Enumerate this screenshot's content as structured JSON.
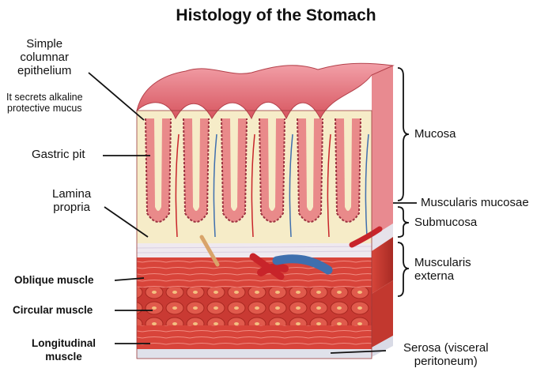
{
  "title": "Histology of the Stomach",
  "labels": {
    "simple_columnar_epithelium": [
      "Simple",
      "columnar",
      "epithelium"
    ],
    "epithelium_note": [
      "It secrets alkaline",
      "protective mucus"
    ],
    "gastric_pit": "Gastric pit",
    "lamina_propria": [
      "Lamina",
      "propria"
    ],
    "oblique_muscle": "Oblique muscle",
    "circular_muscle": "Circular muscle",
    "longitudinal_muscle": [
      "Longitudinal",
      "muscle"
    ],
    "mucosa": "Mucosa",
    "muscularis_mucosae": "Muscularis mucosae",
    "submucosa": "Submucosa",
    "muscularis_externa": [
      "Muscularis",
      "externa"
    ],
    "serosa": [
      "Serosa (visceral",
      "peritoneum)"
    ]
  },
  "colors": {
    "mucosa_surface": "#e4707a",
    "lamina_propria": "#f6ecc8",
    "submucosa": "#f1eef1",
    "muscle": "#d8443a",
    "artery": "#c8242a",
    "vein": "#3f6fae"
  }
}
